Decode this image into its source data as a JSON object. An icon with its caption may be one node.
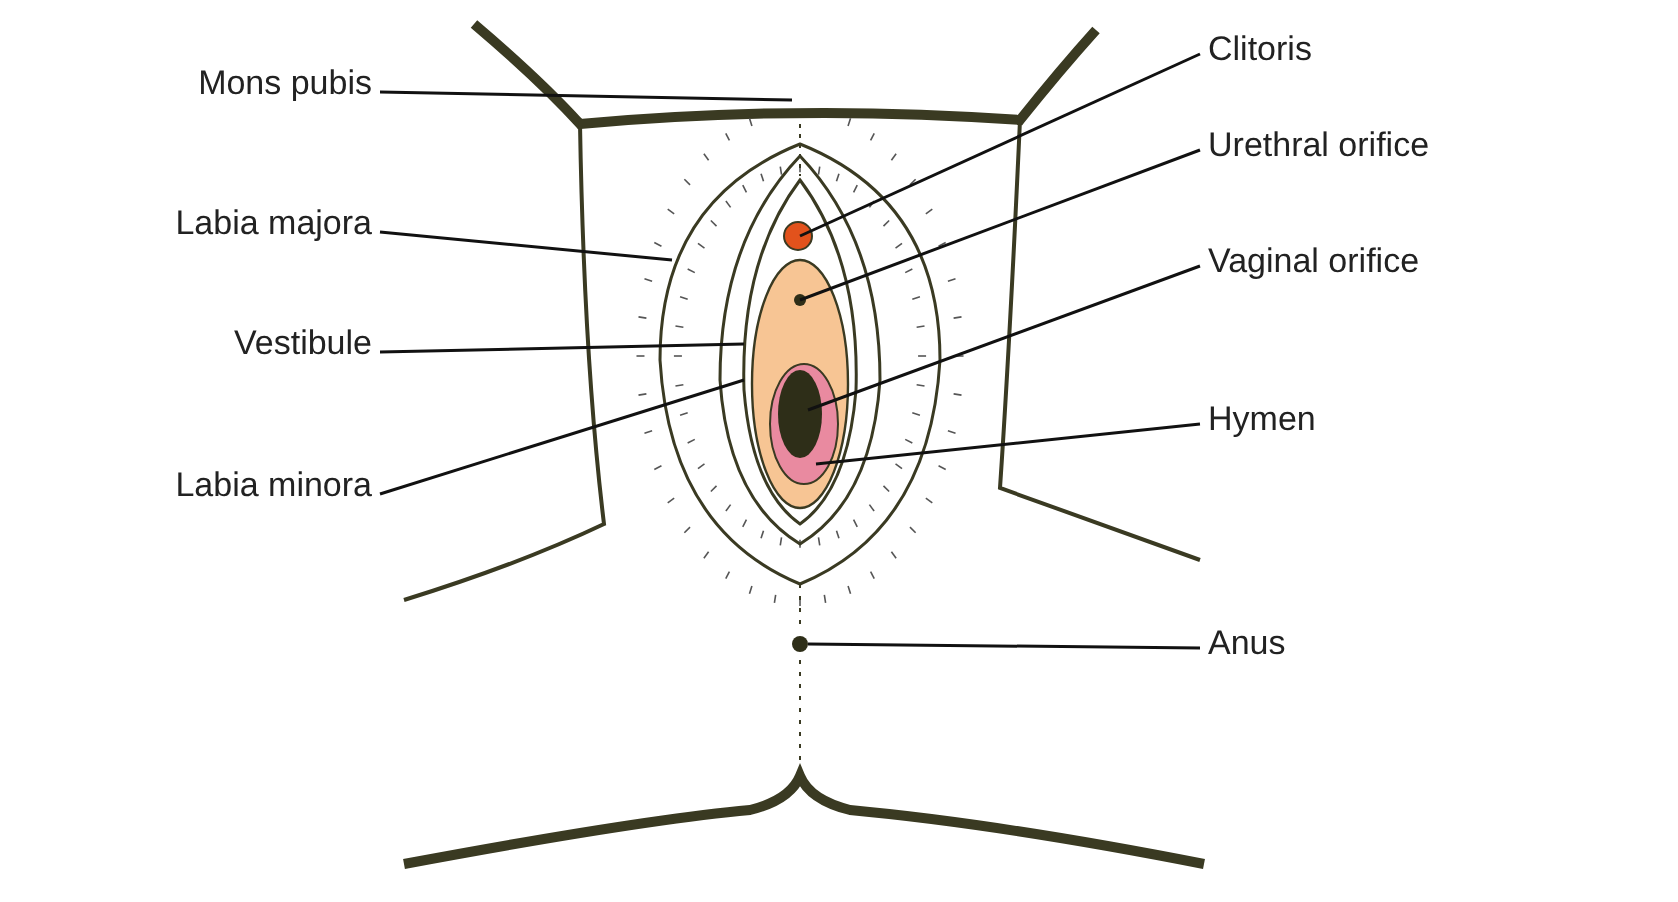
{
  "diagram": {
    "nodes": [
      {
        "text": [
          "Mons pubis"
        ]
      },
      {
        "text": [
          "Labia majora"
        ]
      },
      {
        "text": [
          "Vestibule"
        ]
      },
      {
        "text": [
          "Labia minora"
        ]
      },
      {
        "text": [
          "Clitoris"
        ]
      },
      {
        "text": [
          "Urethral orifice"
        ]
      },
      {
        "text": [
          "Vaginal orifice"
        ]
      },
      {
        "text": [
          "Hymen"
        ]
      },
      {
        "text": [
          "Anus"
        ]
      }
    ],
    "edges": [
      {
        "from": 0,
        "to": null,
        "arrow": "none"
      },
      {
        "from": 1,
        "to": null,
        "arrow": "none"
      },
      {
        "from": 2,
        "to": null,
        "arrow": "none"
      },
      {
        "from": 3,
        "to": null,
        "arrow": "none"
      },
      {
        "from": 4,
        "to": null,
        "arrow": "none"
      },
      {
        "from": 5,
        "to": null,
        "arrow": "none"
      },
      {
        "from": 6,
        "to": null,
        "arrow": "none"
      },
      {
        "from": 7,
        "to": null,
        "arrow": "none"
      },
      {
        "from": 8,
        "to": null,
        "arrow": "none"
      }
    ]
  }
}
